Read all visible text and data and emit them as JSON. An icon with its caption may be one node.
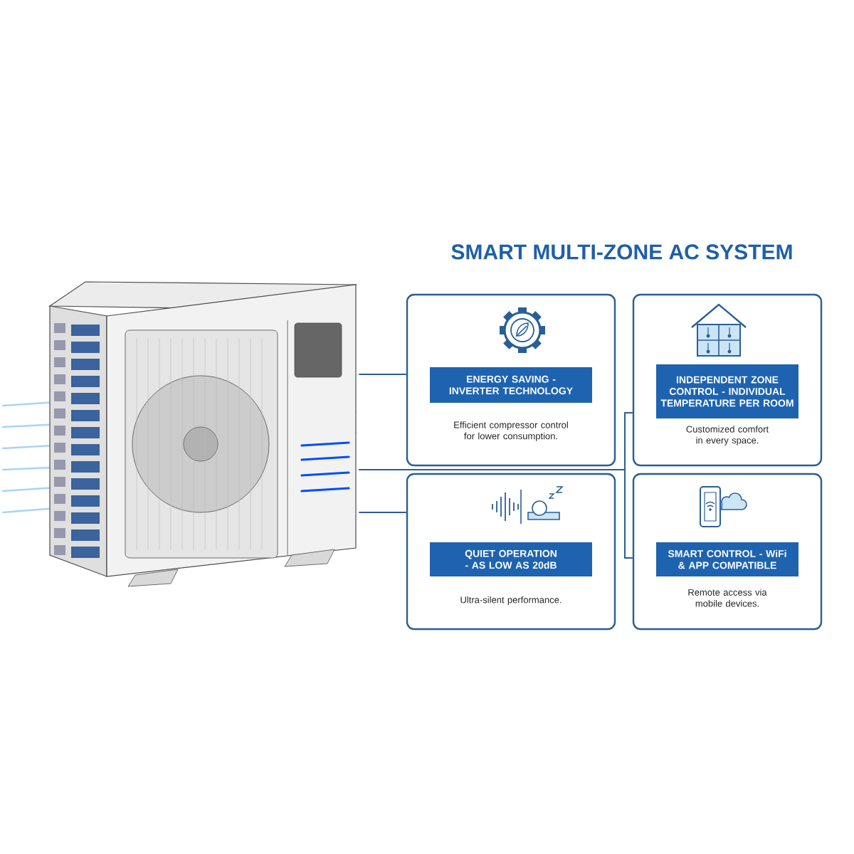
{
  "diagram": {
    "title": "SMART MULTI-ZONE AC SYSTEM",
    "nodes": [
      {
        "text": [],
        "shape": "picture"
      },
      {
        "text": [
          "ENERGY SAVING - INVERTER TECHNOLOGY",
          "Efficient compressor control for lower consumption."
        ]
      },
      {
        "text": [
          "INDEPENDENT ZONE CONTROL - INDIVIDUAL TEMPERATURE PER ROOM",
          "Customized comfort in every space."
        ]
      },
      {
        "text": [
          "QUIET OPERATION - AS LOW AS 20dB",
          "Ultra-silent performance."
        ]
      },
      {
        "text": [
          "SMART CONTROL - WiFi & APP COMPATIBLE",
          "Remote access via mobile devices."
        ]
      }
    ],
    "edges": [
      {
        "from": 0,
        "to": 1,
        "arrow": "none"
      },
      {
        "from": 0,
        "to": 2,
        "arrow": "none"
      },
      {
        "from": 0,
        "to": 3,
        "arrow": "none"
      },
      {
        "from": 0,
        "to": 4,
        "arrow": "none"
      }
    ]
  }
}
